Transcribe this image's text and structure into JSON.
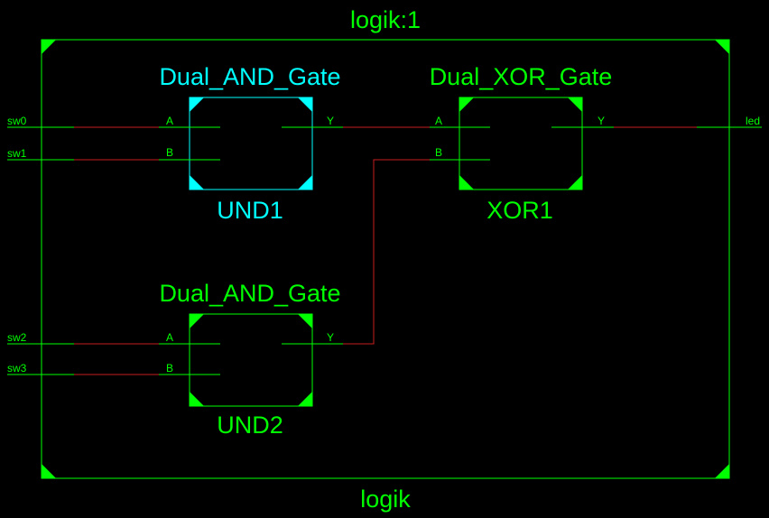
{
  "title": "logik:1",
  "footer": "logik",
  "colors": {
    "background": "#000000",
    "frame": "#00ff00",
    "selected": "#00ffff",
    "stub": "#00ff00",
    "net": "#c81e1e",
    "label": "#00ff00"
  },
  "inputs": [
    "sw0",
    "sw1",
    "sw2",
    "sw3"
  ],
  "output": "led",
  "gates": [
    {
      "type": "Dual_AND_Gate",
      "name": "UND1",
      "pin_a": "A",
      "pin_b": "B",
      "pin_y": "Y",
      "selected": true
    },
    {
      "type": "Dual_XOR_Gate",
      "name": "XOR1",
      "pin_a": "A",
      "pin_b": "B",
      "pin_y": "Y",
      "selected": false
    },
    {
      "type": "Dual_AND_Gate",
      "name": "UND2",
      "pin_a": "A",
      "pin_b": "B",
      "pin_y": "Y",
      "selected": false
    }
  ]
}
